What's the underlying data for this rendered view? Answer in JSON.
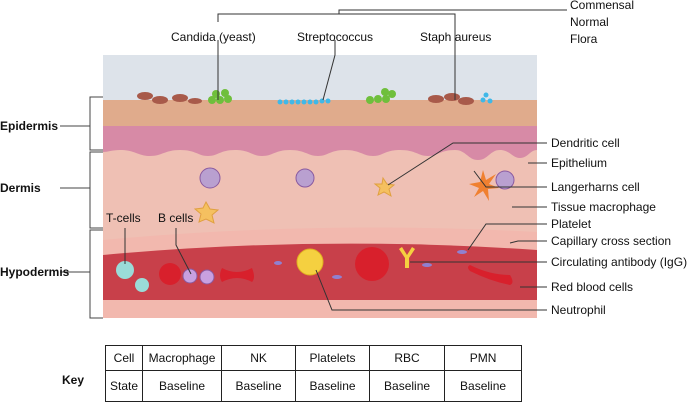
{
  "top_labels": {
    "candida": "Candida (yeast)",
    "strep": "Streptococcus",
    "staph": "Staph aureus",
    "flora": [
      "Commensal",
      "Normal",
      "Flora"
    ]
  },
  "left_labels": {
    "epidermis": "Epidermis",
    "dermis": "Dermis",
    "hypodermis": "Hypodermis"
  },
  "inner_labels": {
    "tcells": "T-cells",
    "bcells": "B cells"
  },
  "right_labels": [
    "Dendritic cell",
    "Epithelium",
    "Langerharns cell",
    "Tissue macrophage",
    "Platelet",
    "Capillary cross section",
    "Circulating antibody (IgG)",
    "Red blood cells",
    "Neutrophil"
  ],
  "key": {
    "label": "Key",
    "header": [
      "Cell",
      "Macrophage",
      "NK",
      "Platelets",
      "RBC",
      "PMN"
    ],
    "row": [
      "State",
      "Baseline",
      "Baseline",
      "Baseline",
      "Baseline",
      "Baseline"
    ]
  },
  "colors": {
    "sky": "#dde3ea",
    "stratum": "#e0ab8c",
    "epithelium": "#d78aa6",
    "dermis": "#efc0b4",
    "lumen": "#c8404a",
    "rbc": "#d8202c"
  }
}
